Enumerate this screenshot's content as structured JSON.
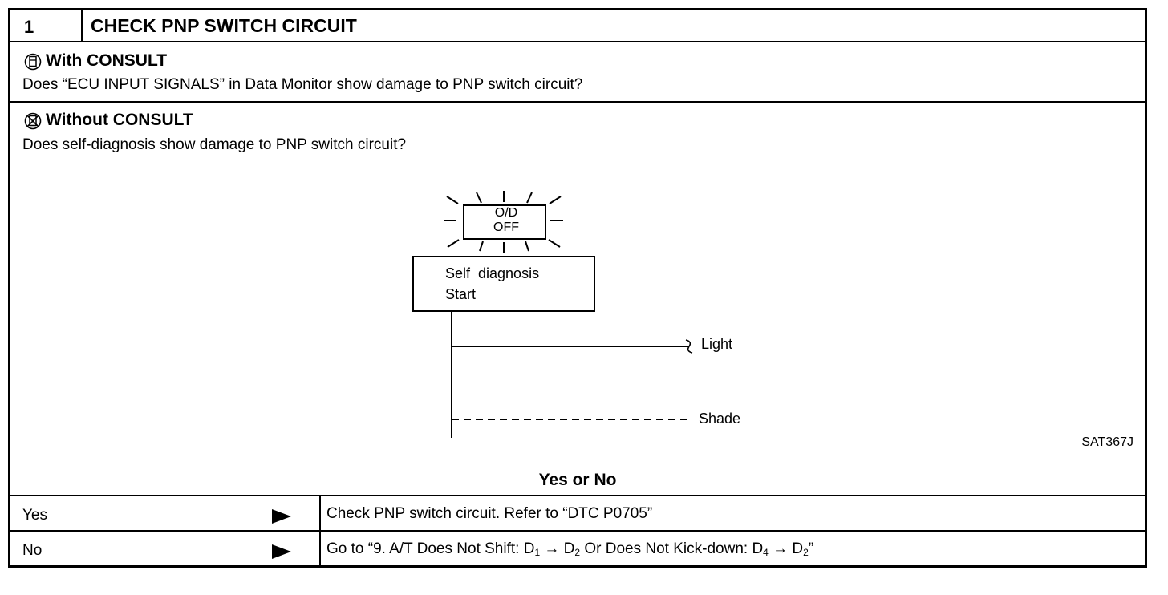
{
  "step": {
    "number": "1",
    "title": "CHECK PNP SWITCH CIRCUIT"
  },
  "with_consult": {
    "title": "With CONSULT",
    "icon": "consult-connected-icon",
    "question": "Does “ECU INPUT SIGNALS” in Data Monitor show damage to PNP switch circuit?"
  },
  "without_consult": {
    "title": "Without CONSULT",
    "icon": "consult-disconnected-icon",
    "question": "Does self-diagnosis show damage to PNP switch circuit?"
  },
  "diagram": {
    "lamp_line1": "O/D",
    "lamp_line2": "OFF",
    "box_line1": "Self  diagnosis",
    "box_line2": "Start",
    "light_label": "Light",
    "shade_label": "Shade",
    "reference": "SAT367J"
  },
  "decision": {
    "label": "Yes or No",
    "yes": {
      "answer": "Yes",
      "action": "Check PNP switch circuit. Refer to “DTC P0705”"
    },
    "no": {
      "answer": "No",
      "action_prefix": "Go to “9. A/T Does Not Shift: D",
      "sub1": "1",
      "arrow1": " → D",
      "sub2": "2",
      "middle": " Or Does Not Kick-down: D",
      "sub3": "4",
      "arrow2": " → D",
      "sub4": "2",
      "action_suffix": "”"
    }
  }
}
